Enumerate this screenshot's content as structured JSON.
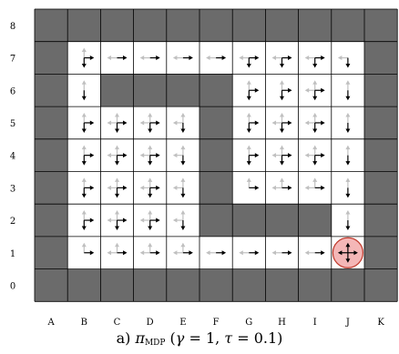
{
  "caption": {
    "prefix": "a) ",
    "policy_symbol": "π",
    "policy_subscript": "MDP",
    "gamma_symbol": "γ",
    "gamma_text": " = 1, ",
    "tau_symbol": "τ",
    "tau_text": " = 0.1)"
  },
  "grid": {
    "columns": [
      "A",
      "B",
      "C",
      "D",
      "E",
      "F",
      "G",
      "H",
      "I",
      "J",
      "K"
    ],
    "rows": [
      "8",
      "7",
      "6",
      "5",
      "4",
      "3",
      "2",
      "1",
      "0"
    ],
    "layout": [
      "WWWWWWWWWWW",
      "W.........W",
      "W.WWWW....W",
      "W....W....W",
      "W....W....W",
      "W....W....W",
      "W....WWWW.W",
      "W.........W",
      "WWWWWWWWWWW"
    ],
    "colors": {
      "wall": "#6b6b6b",
      "background": "#ffffff",
      "gridline": "#000000",
      "arrow_dark": "#000000",
      "arrow_light": "#c0c0c0",
      "goal_fill": "#f4b7b7",
      "goal_stroke": "#c0392b"
    },
    "goal": {
      "col": "J",
      "row": "1",
      "icon": "four-way-arrow-icon"
    },
    "policy": {
      "B7": [
        "R",
        "D",
        "U"
      ],
      "C7": [
        "R",
        "L"
      ],
      "D7": [
        "R",
        "L"
      ],
      "E7": [
        "R",
        "L"
      ],
      "F7": [
        "R",
        "L"
      ],
      "G7": [
        "R",
        "D",
        "L"
      ],
      "H7": [
        "R",
        "D",
        "L"
      ],
      "I7": [
        "R",
        "D",
        "L"
      ],
      "J7": [
        "D",
        "L"
      ],
      "B6": [
        "D",
        "U"
      ],
      "G6": [
        "R",
        "D",
        "U"
      ],
      "H6": [
        "R",
        "D",
        "U"
      ],
      "I6": [
        "R",
        "D",
        "L",
        "U"
      ],
      "J6": [
        "D",
        "U"
      ],
      "B5": [
        "R",
        "D",
        "U"
      ],
      "C5": [
        "R",
        "D",
        "L",
        "U"
      ],
      "D5": [
        "R",
        "D",
        "L",
        "U"
      ],
      "E5": [
        "D",
        "L",
        "U"
      ],
      "G5": [
        "R",
        "D",
        "U"
      ],
      "H5": [
        "R",
        "D",
        "L",
        "U"
      ],
      "I5": [
        "R",
        "D",
        "L",
        "U"
      ],
      "J5": [
        "D",
        "U"
      ],
      "B4": [
        "R",
        "D",
        "U"
      ],
      "C4": [
        "R",
        "D",
        "L",
        "U"
      ],
      "D4": [
        "R",
        "D",
        "L",
        "U"
      ],
      "E4": [
        "D",
        "L",
        "U"
      ],
      "G4": [
        "R",
        "D",
        "U"
      ],
      "H4": [
        "R",
        "D",
        "L",
        "U"
      ],
      "I4": [
        "R",
        "D",
        "L",
        "U"
      ],
      "J4": [
        "D",
        "U"
      ],
      "B3": [
        "R",
        "D",
        "U"
      ],
      "C3": [
        "R",
        "D",
        "L",
        "U"
      ],
      "D3": [
        "R",
        "D",
        "L",
        "U"
      ],
      "E3": [
        "D",
        "L",
        "U"
      ],
      "G3": [
        "R",
        "U"
      ],
      "H3": [
        "R",
        "L",
        "U"
      ],
      "I3": [
        "R",
        "L",
        "U"
      ],
      "J3": [
        "D",
        "U"
      ],
      "B2": [
        "R",
        "D",
        "U"
      ],
      "C2": [
        "R",
        "D",
        "L",
        "U"
      ],
      "D2": [
        "R",
        "D",
        "L",
        "U"
      ],
      "E2": [
        "D",
        "L",
        "U"
      ],
      "J2": [
        "D",
        "U"
      ],
      "B1": [
        "R",
        "U"
      ],
      "C1": [
        "R",
        "L",
        "U"
      ],
      "D1": [
        "R",
        "L",
        "U"
      ],
      "E1": [
        "R",
        "L",
        "U"
      ],
      "F1": [
        "R",
        "L"
      ],
      "G1": [
        "R",
        "L"
      ],
      "H1": [
        "R",
        "L"
      ],
      "I1": [
        "R",
        "L"
      ]
    },
    "policy_dark": {
      "B7": [
        "R",
        "D"
      ],
      "C7": [
        "R"
      ],
      "D7": [
        "R"
      ],
      "E7": [
        "R"
      ],
      "F7": [
        "R"
      ],
      "G7": [
        "R",
        "D"
      ],
      "H7": [
        "R",
        "D"
      ],
      "I7": [
        "R",
        "D"
      ],
      "J7": [
        "D"
      ],
      "B6": [
        "D"
      ],
      "G6": [
        "R",
        "D"
      ],
      "H6": [
        "R",
        "D"
      ],
      "I6": [
        "R",
        "D"
      ],
      "J6": [
        "D"
      ],
      "B5": [
        "R",
        "D"
      ],
      "C5": [
        "R",
        "D"
      ],
      "D5": [
        "R",
        "D"
      ],
      "E5": [
        "D"
      ],
      "G5": [
        "R",
        "D"
      ],
      "H5": [
        "R",
        "D"
      ],
      "I5": [
        "R",
        "D"
      ],
      "J5": [
        "D"
      ],
      "B4": [
        "R",
        "D"
      ],
      "C4": [
        "R",
        "D"
      ],
      "D4": [
        "R",
        "D"
      ],
      "E4": [
        "D"
      ],
      "G4": [
        "R",
        "D"
      ],
      "H4": [
        "R",
        "D"
      ],
      "I4": [
        "R",
        "D"
      ],
      "J4": [
        "D"
      ],
      "B3": [
        "R",
        "D"
      ],
      "C3": [
        "R",
        "D"
      ],
      "D3": [
        "R",
        "D"
      ],
      "E3": [
        "D"
      ],
      "G3": [
        "R"
      ],
      "H3": [
        "R"
      ],
      "I3": [
        "R"
      ],
      "J3": [
        "D"
      ],
      "B2": [
        "R",
        "D"
      ],
      "C2": [
        "R",
        "D"
      ],
      "D2": [
        "R",
        "D"
      ],
      "E2": [
        "D"
      ],
      "J2": [
        "D"
      ],
      "B1": [
        "R"
      ],
      "C1": [
        "R"
      ],
      "D1": [
        "R"
      ],
      "E1": [
        "R"
      ],
      "F1": [
        "R"
      ],
      "G1": [
        "R"
      ],
      "H1": [
        "R"
      ],
      "I1": [
        "R"
      ]
    }
  }
}
